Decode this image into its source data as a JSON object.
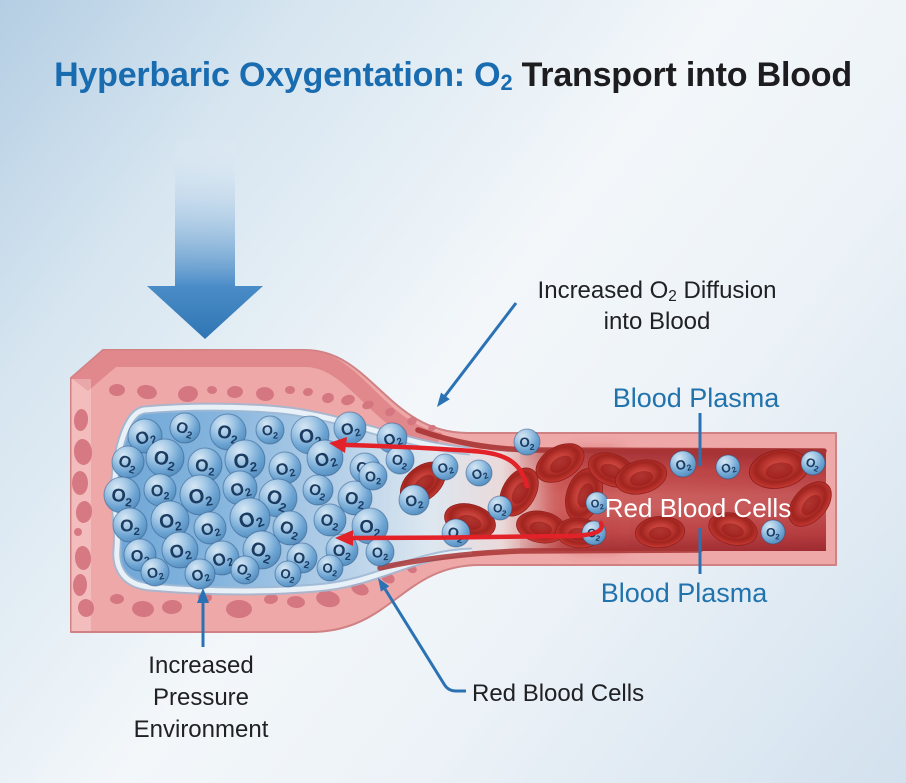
{
  "title": {
    "highlight": "Hyperbaric Oxygentation: O",
    "highlight_sub": "2",
    "rest": " Transport into Blood"
  },
  "labels": {
    "diffusion": {
      "pre": "Increased O",
      "sub": "2",
      "post": " Diffusion",
      "line2": "into Blood"
    },
    "blood_plasma_top": "Blood Plasma",
    "blood_plasma_bottom": "Blood Plasma",
    "red_blood_cells_inline": "Red Blood Cells",
    "red_blood_cells_callout": "Red Blood Cells",
    "pressure": {
      "line1": "Increased",
      "line2": "Pressure",
      "line3": "Environment"
    }
  },
  "molecule_label": {
    "main": "O",
    "sub": "2"
  },
  "icons": {
    "pressure_arrow": "large-down-arrow",
    "leader_arrows": "thin-blue-arrows",
    "flow_arrows": "red-curved-left-arrows"
  },
  "colors": {
    "title_blue": "#1a6cb0",
    "title_dark": "#1d1d20",
    "label_blue": "#2173ae",
    "label_dark": "#202124",
    "leader_blue": "#2b72b4",
    "red_arrow": "#e32128",
    "vessel_wall": "#efa8a8",
    "vessel_wall_dark_band": "#de8487",
    "wall_cell": "#d2737e",
    "plasma_blue": "#6fa6d6",
    "plasma_pale": "#dde7f0",
    "tube_red": "#c24546",
    "tube_band": "#f0b5b5",
    "maroon_lining": "#a93434",
    "o2_body": "#6ba3d2",
    "o2_text": "#1c3b61",
    "rbc_red": "#c03a34",
    "white_text": "#ffffff",
    "background_top": "#b4cee3",
    "background_mid": "#f3f7fa"
  },
  "diagram": {
    "o2_bulge": [
      [
        145,
        436,
        17
      ],
      [
        185,
        428,
        15
      ],
      [
        228,
        432,
        18
      ],
      [
        270,
        430,
        14
      ],
      [
        310,
        435,
        19
      ],
      [
        350,
        428,
        16
      ],
      [
        392,
        438,
        15
      ],
      [
        128,
        462,
        16
      ],
      [
        165,
        458,
        19
      ],
      [
        205,
        465,
        17
      ],
      [
        245,
        460,
        20
      ],
      [
        285,
        468,
        16
      ],
      [
        325,
        458,
        18
      ],
      [
        365,
        468,
        15
      ],
      [
        400,
        460,
        14
      ],
      [
        122,
        495,
        18
      ],
      [
        160,
        490,
        16
      ],
      [
        200,
        495,
        20
      ],
      [
        240,
        488,
        17
      ],
      [
        278,
        498,
        19
      ],
      [
        318,
        490,
        15
      ],
      [
        355,
        498,
        17
      ],
      [
        130,
        525,
        17
      ],
      [
        170,
        520,
        19
      ],
      [
        210,
        528,
        16
      ],
      [
        250,
        518,
        20
      ],
      [
        290,
        528,
        17
      ],
      [
        330,
        520,
        16
      ],
      [
        370,
        526,
        18
      ],
      [
        140,
        555,
        16
      ],
      [
        180,
        550,
        18
      ],
      [
        222,
        558,
        17
      ],
      [
        262,
        550,
        19
      ],
      [
        302,
        558,
        15
      ],
      [
        342,
        550,
        16
      ],
      [
        380,
        552,
        14
      ],
      [
        155,
        572,
        14
      ],
      [
        200,
        574,
        15
      ],
      [
        245,
        570,
        14
      ],
      [
        288,
        574,
        13
      ],
      [
        330,
        568,
        13
      ]
    ],
    "o2_funnel": [
      [
        373,
        476,
        14
      ],
      [
        414,
        500,
        15
      ],
      [
        445,
        467,
        13
      ],
      [
        479,
        473,
        13
      ],
      [
        456,
        533,
        14
      ],
      [
        500,
        508,
        12
      ],
      [
        527,
        442,
        13
      ],
      [
        597,
        503,
        11
      ]
    ],
    "o2_tube": [
      [
        683,
        464,
        13
      ],
      [
        728,
        467,
        12
      ],
      [
        813,
        463,
        12
      ],
      [
        594,
        533,
        12
      ],
      [
        773,
        532,
        12
      ]
    ],
    "rbc": [
      [
        423,
        483,
        -40,
        1
      ],
      [
        470,
        521,
        16,
        1
      ],
      [
        519,
        492,
        -60,
        1
      ],
      [
        560,
        463,
        -30,
        1
      ],
      [
        541,
        527,
        10,
        0.95
      ],
      [
        584,
        495,
        -72,
        1.05
      ],
      [
        612,
        470,
        22,
        0.95
      ],
      [
        579,
        533,
        5,
        0.9
      ],
      [
        641,
        477,
        -14,
        1
      ],
      [
        660,
        532,
        -4,
        0.95
      ],
      [
        733,
        529,
        14,
        0.95
      ],
      [
        779,
        469,
        -10,
        1.15
      ],
      [
        810,
        504,
        -48,
        1
      ]
    ],
    "wall_cells": [
      [
        117,
        390,
        8,
        6,
        0
      ],
      [
        147,
        392,
        10,
        7,
        10
      ],
      [
        188,
        394,
        10,
        8,
        -8
      ],
      [
        212,
        390,
        5,
        4,
        5
      ],
      [
        235,
        392,
        8,
        6,
        -5
      ],
      [
        265,
        394,
        9,
        7,
        8
      ],
      [
        290,
        390,
        5,
        4,
        0
      ],
      [
        308,
        392,
        5,
        4,
        -10
      ],
      [
        328,
        398,
        6,
        5,
        -15
      ],
      [
        348,
        400,
        7,
        5,
        -18
      ],
      [
        368,
        405,
        6,
        4,
        -20
      ],
      [
        390,
        412,
        5,
        4,
        -22
      ],
      [
        412,
        421,
        5,
        4,
        -24
      ],
      [
        432,
        428,
        4,
        3,
        -20
      ],
      [
        81,
        420,
        7,
        11,
        5
      ],
      [
        83,
        452,
        9,
        13,
        -5
      ],
      [
        80,
        483,
        8,
        12,
        0
      ],
      [
        84,
        512,
        8,
        11,
        6
      ],
      [
        78,
        532,
        4,
        4,
        0
      ],
      [
        83,
        558,
        8,
        12,
        -4
      ],
      [
        80,
        585,
        7,
        11,
        3
      ],
      [
        86,
        608,
        8,
        9,
        -8
      ],
      [
        117,
        599,
        7,
        5,
        0
      ],
      [
        143,
        609,
        11,
        8,
        5
      ],
      [
        172,
        607,
        10,
        7,
        -5
      ],
      [
        205,
        597,
        7,
        5,
        10
      ],
      [
        239,
        609,
        13,
        9,
        0
      ],
      [
        271,
        599,
        7,
        5,
        -8
      ],
      [
        296,
        602,
        9,
        6,
        5
      ],
      [
        328,
        599,
        12,
        8,
        12
      ],
      [
        360,
        589,
        9,
        6,
        20
      ],
      [
        388,
        578,
        7,
        5,
        26
      ],
      [
        412,
        569,
        5,
        4,
        28
      ]
    ]
  }
}
